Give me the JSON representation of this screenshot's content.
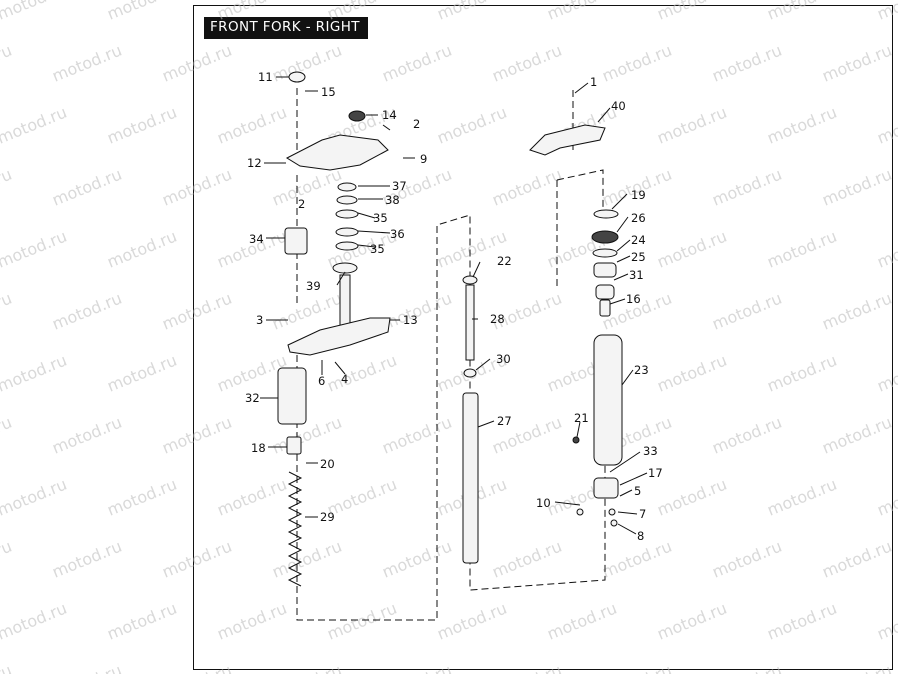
{
  "diagram": {
    "title": "FRONT FORK - RIGHT",
    "watermark": "motod.ru",
    "labels": [
      {
        "id": "l11",
        "text": "11"
      },
      {
        "id": "l15",
        "text": "15"
      },
      {
        "id": "l14",
        "text": "14"
      },
      {
        "id": "l2a",
        "text": "2"
      },
      {
        "id": "l12",
        "text": "12"
      },
      {
        "id": "l9",
        "text": "9"
      },
      {
        "id": "l37",
        "text": "37"
      },
      {
        "id": "l38",
        "text": "38"
      },
      {
        "id": "l2b",
        "text": "2"
      },
      {
        "id": "l35a",
        "text": "35"
      },
      {
        "id": "l36",
        "text": "36"
      },
      {
        "id": "l34",
        "text": "34"
      },
      {
        "id": "l35b",
        "text": "35"
      },
      {
        "id": "l39",
        "text": "39"
      },
      {
        "id": "l3",
        "text": "3"
      },
      {
        "id": "l13",
        "text": "13"
      },
      {
        "id": "l6",
        "text": "6"
      },
      {
        "id": "l4",
        "text": "4"
      },
      {
        "id": "l32",
        "text": "32"
      },
      {
        "id": "l18",
        "text": "18"
      },
      {
        "id": "l20",
        "text": "20"
      },
      {
        "id": "l29",
        "text": "29"
      },
      {
        "id": "l22",
        "text": "22"
      },
      {
        "id": "l28",
        "text": "28"
      },
      {
        "id": "l30",
        "text": "30"
      },
      {
        "id": "l27",
        "text": "27"
      },
      {
        "id": "l1",
        "text": "1"
      },
      {
        "id": "l40",
        "text": "40"
      },
      {
        "id": "l19",
        "text": "19"
      },
      {
        "id": "l26",
        "text": "26"
      },
      {
        "id": "l24",
        "text": "24"
      },
      {
        "id": "l25",
        "text": "25"
      },
      {
        "id": "l31",
        "text": "31"
      },
      {
        "id": "l16",
        "text": "16"
      },
      {
        "id": "l23",
        "text": "23"
      },
      {
        "id": "l21",
        "text": "21"
      },
      {
        "id": "l33",
        "text": "33"
      },
      {
        "id": "l17",
        "text": "17"
      },
      {
        "id": "l10",
        "text": "10"
      },
      {
        "id": "l5",
        "text": "5"
      },
      {
        "id": "l7",
        "text": "7"
      },
      {
        "id": "l8",
        "text": "8"
      }
    ]
  }
}
